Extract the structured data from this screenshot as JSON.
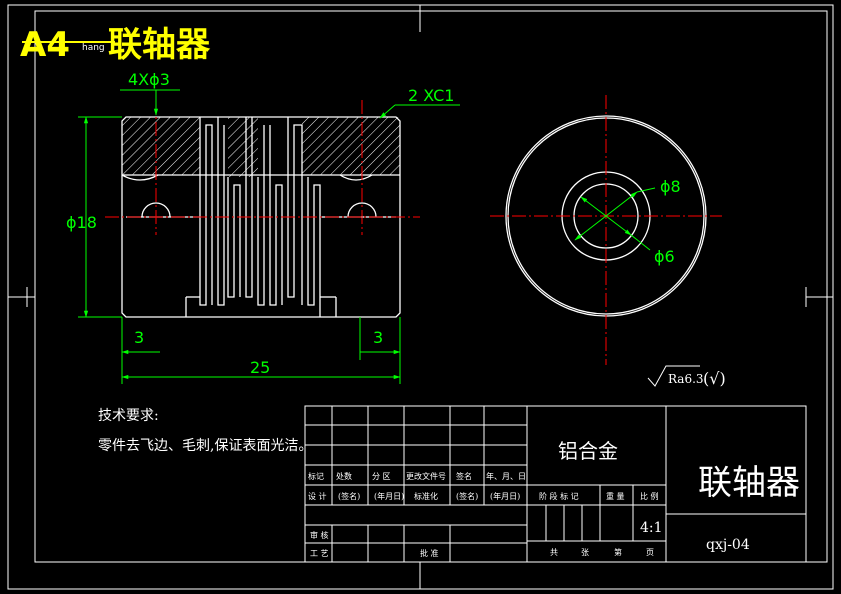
{
  "banner": {
    "sheet_size": "A4",
    "title": "联轴器",
    "hidden_note": "hang"
  },
  "front_view": {
    "hole_label": "4Xϕ3",
    "chamfer_label": "2 XC1",
    "dia_label": "ϕ18",
    "left_dim": "3",
    "right_dim": "3",
    "length_dim": "25"
  },
  "side_view": {
    "outer_bore": "ϕ8",
    "inner_bore": "ϕ6"
  },
  "roughness": {
    "value": "Ra6.3",
    "suffix": "(√)"
  },
  "tech_req": {
    "heading": "技术要求:",
    "body": "零件去飞边、毛刺,保证表面光洁。"
  },
  "title_block": {
    "material": "铝合金",
    "part_name": "联轴器",
    "drawing_no": "qxj-04",
    "scale": "4:1",
    "row1": [
      "标记",
      "处数",
      "分 区",
      "更改文件号",
      "签名",
      "年、月、日"
    ],
    "row2": [
      "设 计",
      "(签名)",
      "(年月日)",
      "标准化",
      "(签名)",
      "(年月日)"
    ],
    "row3": [
      "审 核"
    ],
    "row4": [
      "工 艺",
      "批 准"
    ],
    "stage_labels": [
      "阶 段 标 记",
      "重 量",
      "比 例"
    ],
    "sheet_labels": [
      "共",
      "张",
      "第",
      "页"
    ]
  },
  "colors": {
    "background": "#000000",
    "outline": "#ffffff",
    "dimension": "#00ff00",
    "centerline": "#ff0000",
    "banner": "#ffff00"
  }
}
